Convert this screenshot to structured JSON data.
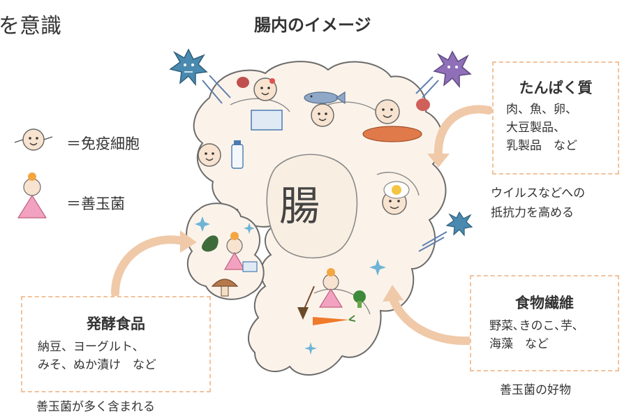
{
  "colors": {
    "arrow": "#f0c9a8",
    "box_border": "#f2c29b",
    "intestine_fill": "#fbf3ea",
    "intestine_stroke": "#6b6b6b",
    "text": "#333333"
  },
  "header": {
    "left_title_fragment": "を意識",
    "diagram_title": "腸内のイメージ"
  },
  "legend": {
    "immune_cell": "＝免疫細胞",
    "good_bacteria": "＝善玉菌"
  },
  "intestine_label": "腸",
  "protein_box": {
    "title": "たんぱく質",
    "lines": [
      "肉、魚、卵、",
      "大豆製品、",
      "乳製品　など"
    ],
    "caption_lines": [
      "ウイルスなどへの",
      "抵抗力を高める"
    ]
  },
  "fermented_box": {
    "title": "発酵食品",
    "lines": [
      "納豆、ヨーグルト、",
      "みそ、ぬか漬け　など"
    ],
    "caption": "善玉菌が多く含まれる"
  },
  "fiber_box": {
    "title": "食物繊維",
    "lines": [
      "野菜､きのこ､芋､",
      "海藻　など"
    ],
    "caption": "善玉菌の好物"
  },
  "icons": [
    "virus-icon",
    "immune-cell-icon",
    "good-bacteria-icon",
    "fish-icon",
    "milk-icon",
    "egg-icon",
    "mushroom-icon",
    "carrot-icon",
    "broom-icon",
    "broccoli-icon",
    "sausage-icon",
    "sparkle-icon"
  ]
}
